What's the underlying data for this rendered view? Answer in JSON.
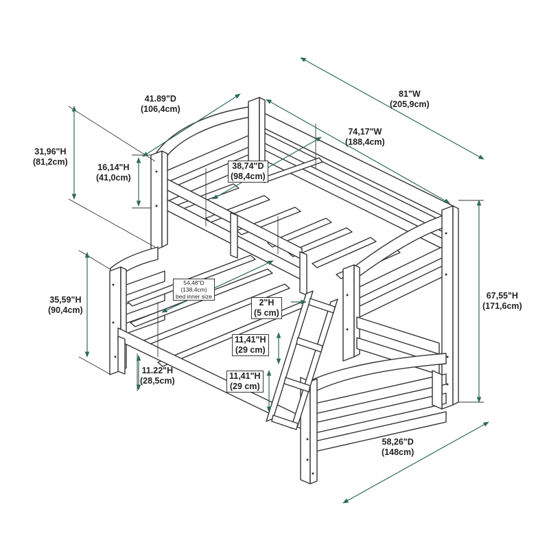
{
  "colors": {
    "line": "#333333",
    "dimension": "#2e6b5e",
    "background": "#ffffff"
  },
  "dimensions": {
    "top_depth": {
      "imperial": "41.89\"D",
      "metric": "(106,4cm)"
    },
    "overall_width": {
      "imperial": "81\"W",
      "metric": "(205,9cm)"
    },
    "inner_width": {
      "imperial": "74,17\"W",
      "metric": "(188,4cm)"
    },
    "top_guard_height": {
      "imperial": "31,96\"H",
      "metric": "(81,2cm)"
    },
    "top_rail_height": {
      "imperial": "16,14\"H",
      "metric": "(41,0cm)"
    },
    "top_inner_depth": {
      "imperial": "38,74\"D",
      "metric": "(98,4cm)"
    },
    "bottom_inner_depth": {
      "imperial": "54,48\"D",
      "metric": "(138,4cm)",
      "note": "bed inner size"
    },
    "bottom_bed_clearance": {
      "imperial": "35,59\"H",
      "metric": "(90,4cm)"
    },
    "step_thickness": {
      "imperial": "2\"H",
      "metric": "(5 cm)"
    },
    "step_spacing_upper": {
      "imperial": "11,41\"H",
      "metric": "(29 cm)"
    },
    "step_spacing_lower": {
      "imperial": "11,41\"H",
      "metric": "(29 cm)"
    },
    "bottom_rail_height": {
      "imperial": "11.22\"H",
      "metric": "(28,5cm)"
    },
    "overall_height": {
      "imperial": "67,55\"H",
      "metric": "(171,6cm)"
    },
    "overall_depth": {
      "imperial": "58,26\"D",
      "metric": "(148cm)"
    }
  }
}
